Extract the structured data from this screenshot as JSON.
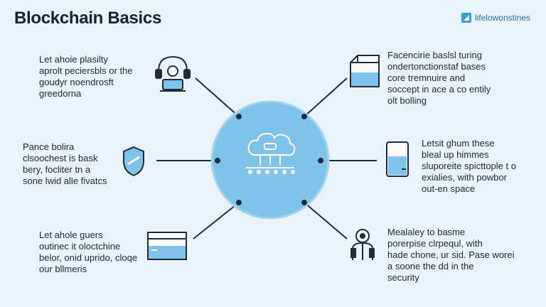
{
  "title": "Blockchain Basics",
  "brand": {
    "name": "lifelowonstines",
    "icon": "brand-logo-icon"
  },
  "colors": {
    "background": "#eaf3fa",
    "hub": "#7ec3ea",
    "hub_stroke": "#1f2d3a",
    "accent": "#3a9bd0"
  },
  "hub": {
    "icon": "cloud-network-icon"
  },
  "blocks": [
    {
      "id": "top-left",
      "icon": "person-laptop-icon",
      "lines": [
        "Let ahoie plasilty",
        "aprolt peciersbls or the",
        "goudyr noendrosft",
        "greedorna"
      ]
    },
    {
      "id": "mid-left",
      "icon": "shield-icon",
      "lines": [
        "Pance bolira",
        "clsoochest is bask",
        "bery, focliter tn a",
        "sone lwid alle fivatcs"
      ]
    },
    {
      "id": "bottom-left",
      "icon": "water-tank-icon",
      "lines": [
        "Let ahole guers",
        "outinec it oloctchine",
        "belor, onid uprido, cloqe",
        "our bllmeris"
      ]
    },
    {
      "id": "top-right",
      "icon": "glass-box-icon",
      "lines": [
        "Facencirie baslsl turing",
        "ondertonctionstaf bases",
        "core tremnuire and",
        "soccept in ace a co entily",
        "olt bolling"
      ]
    },
    {
      "id": "mid-right",
      "icon": "phone-battery-icon",
      "lines": [
        "Letsit ghum these",
        "bleal up himmes",
        "sluporeite spicttople t o",
        "exialies, with powbor",
        "out-en space"
      ]
    },
    {
      "id": "bottom-right",
      "icon": "robot-user-icon",
      "lines": [
        "Mealaley to basme",
        "porerpise clrpequl, with",
        "hade chone, ur sid. Pase worei",
        "a soone the dd in the",
        "security"
      ]
    }
  ]
}
